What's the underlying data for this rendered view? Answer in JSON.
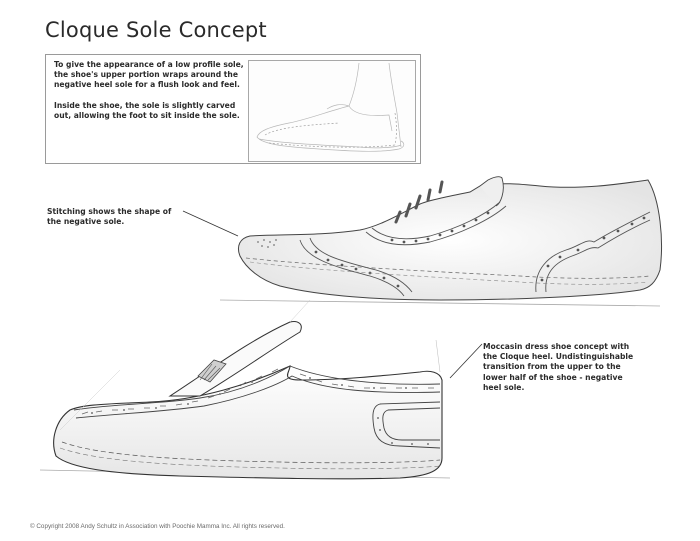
{
  "page": {
    "title": "Cloque Sole Concept"
  },
  "intro": {
    "paragraphs": [
      "To give the appearance of a low profile sole, the shoe's upper portion wraps around the negative heel sole for a flush look and feel.",
      "Inside the shoe, the sole is slightly carved out, allowing the foot to sit inside the sole."
    ],
    "thumbnail": "foot-in-shoe-outline-sketch"
  },
  "sketches": [
    {
      "name": "wingtip-oxford-sketch",
      "description": "Lace-up brogue shoe with cross-hatched negative sole"
    },
    {
      "name": "moccasin-dress-shoe-sketch",
      "description": "Moccasin dress shoe with Cloque heel"
    }
  ],
  "callouts": [
    {
      "text": "Stitching shows the shape of the negative sole."
    },
    {
      "text": "Moccasin dress shoe concept with the Cloque heel. Undistinguishable transition from the upper to the lower half of the shoe - negative heel sole."
    }
  ],
  "footer": {
    "copyright": "© Copyright 2008 Andy Schultz in Association with Poochie Mamma Inc. All rights reserved."
  },
  "colors": {
    "text": "#2b2b2b",
    "box_border": "#9a9a9a",
    "pencil": "#555555"
  }
}
